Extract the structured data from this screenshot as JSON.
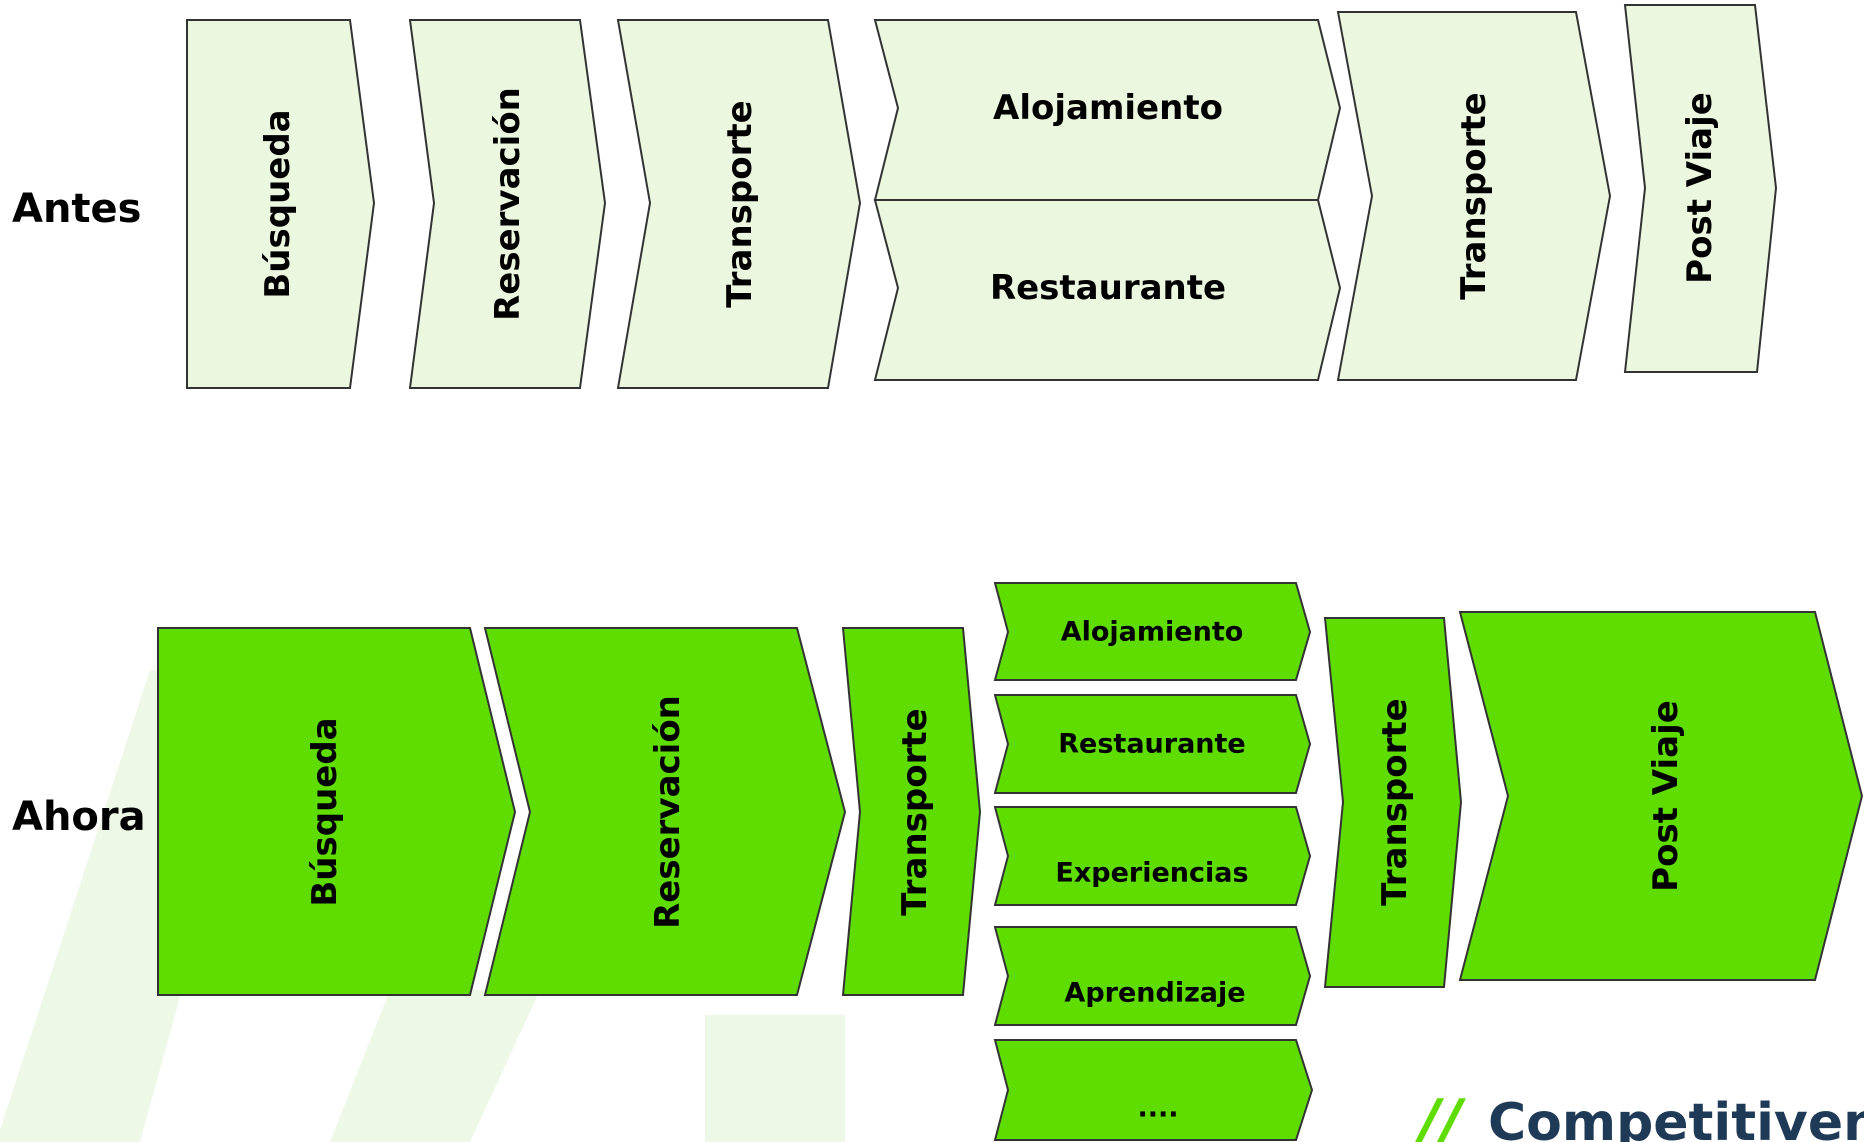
{
  "colors": {
    "antes_fill": "#ebf8df",
    "ahora_fill": "#5fdc00",
    "watermark": "#eef8e6",
    "logo_slash": "#5fdc00",
    "logo_text": "#1f3a57",
    "outline": "#333333"
  },
  "antes": {
    "label": "Antes",
    "steps": [
      {
        "label": "Búsqueda"
      },
      {
        "label": "Reservación"
      },
      {
        "label": "Transporte"
      },
      {
        "label": "Alojamiento"
      },
      {
        "label": "Restaurante"
      },
      {
        "label": "Transporte"
      },
      {
        "label": "Post Viaje"
      }
    ]
  },
  "ahora": {
    "label": "Ahora",
    "steps": [
      {
        "label": "Búsqueda"
      },
      {
        "label": "Reservación"
      },
      {
        "label": "Transporte"
      },
      {
        "label": "Alojamiento"
      },
      {
        "label": "Restaurante"
      },
      {
        "label": "Experiencias"
      },
      {
        "label": "Aprendizaje"
      },
      {
        "label": "...."
      },
      {
        "label": "Transporte"
      },
      {
        "label": "Post Viaje"
      }
    ]
  },
  "logo": {
    "slash": "//",
    "text": "Competitiveness"
  }
}
